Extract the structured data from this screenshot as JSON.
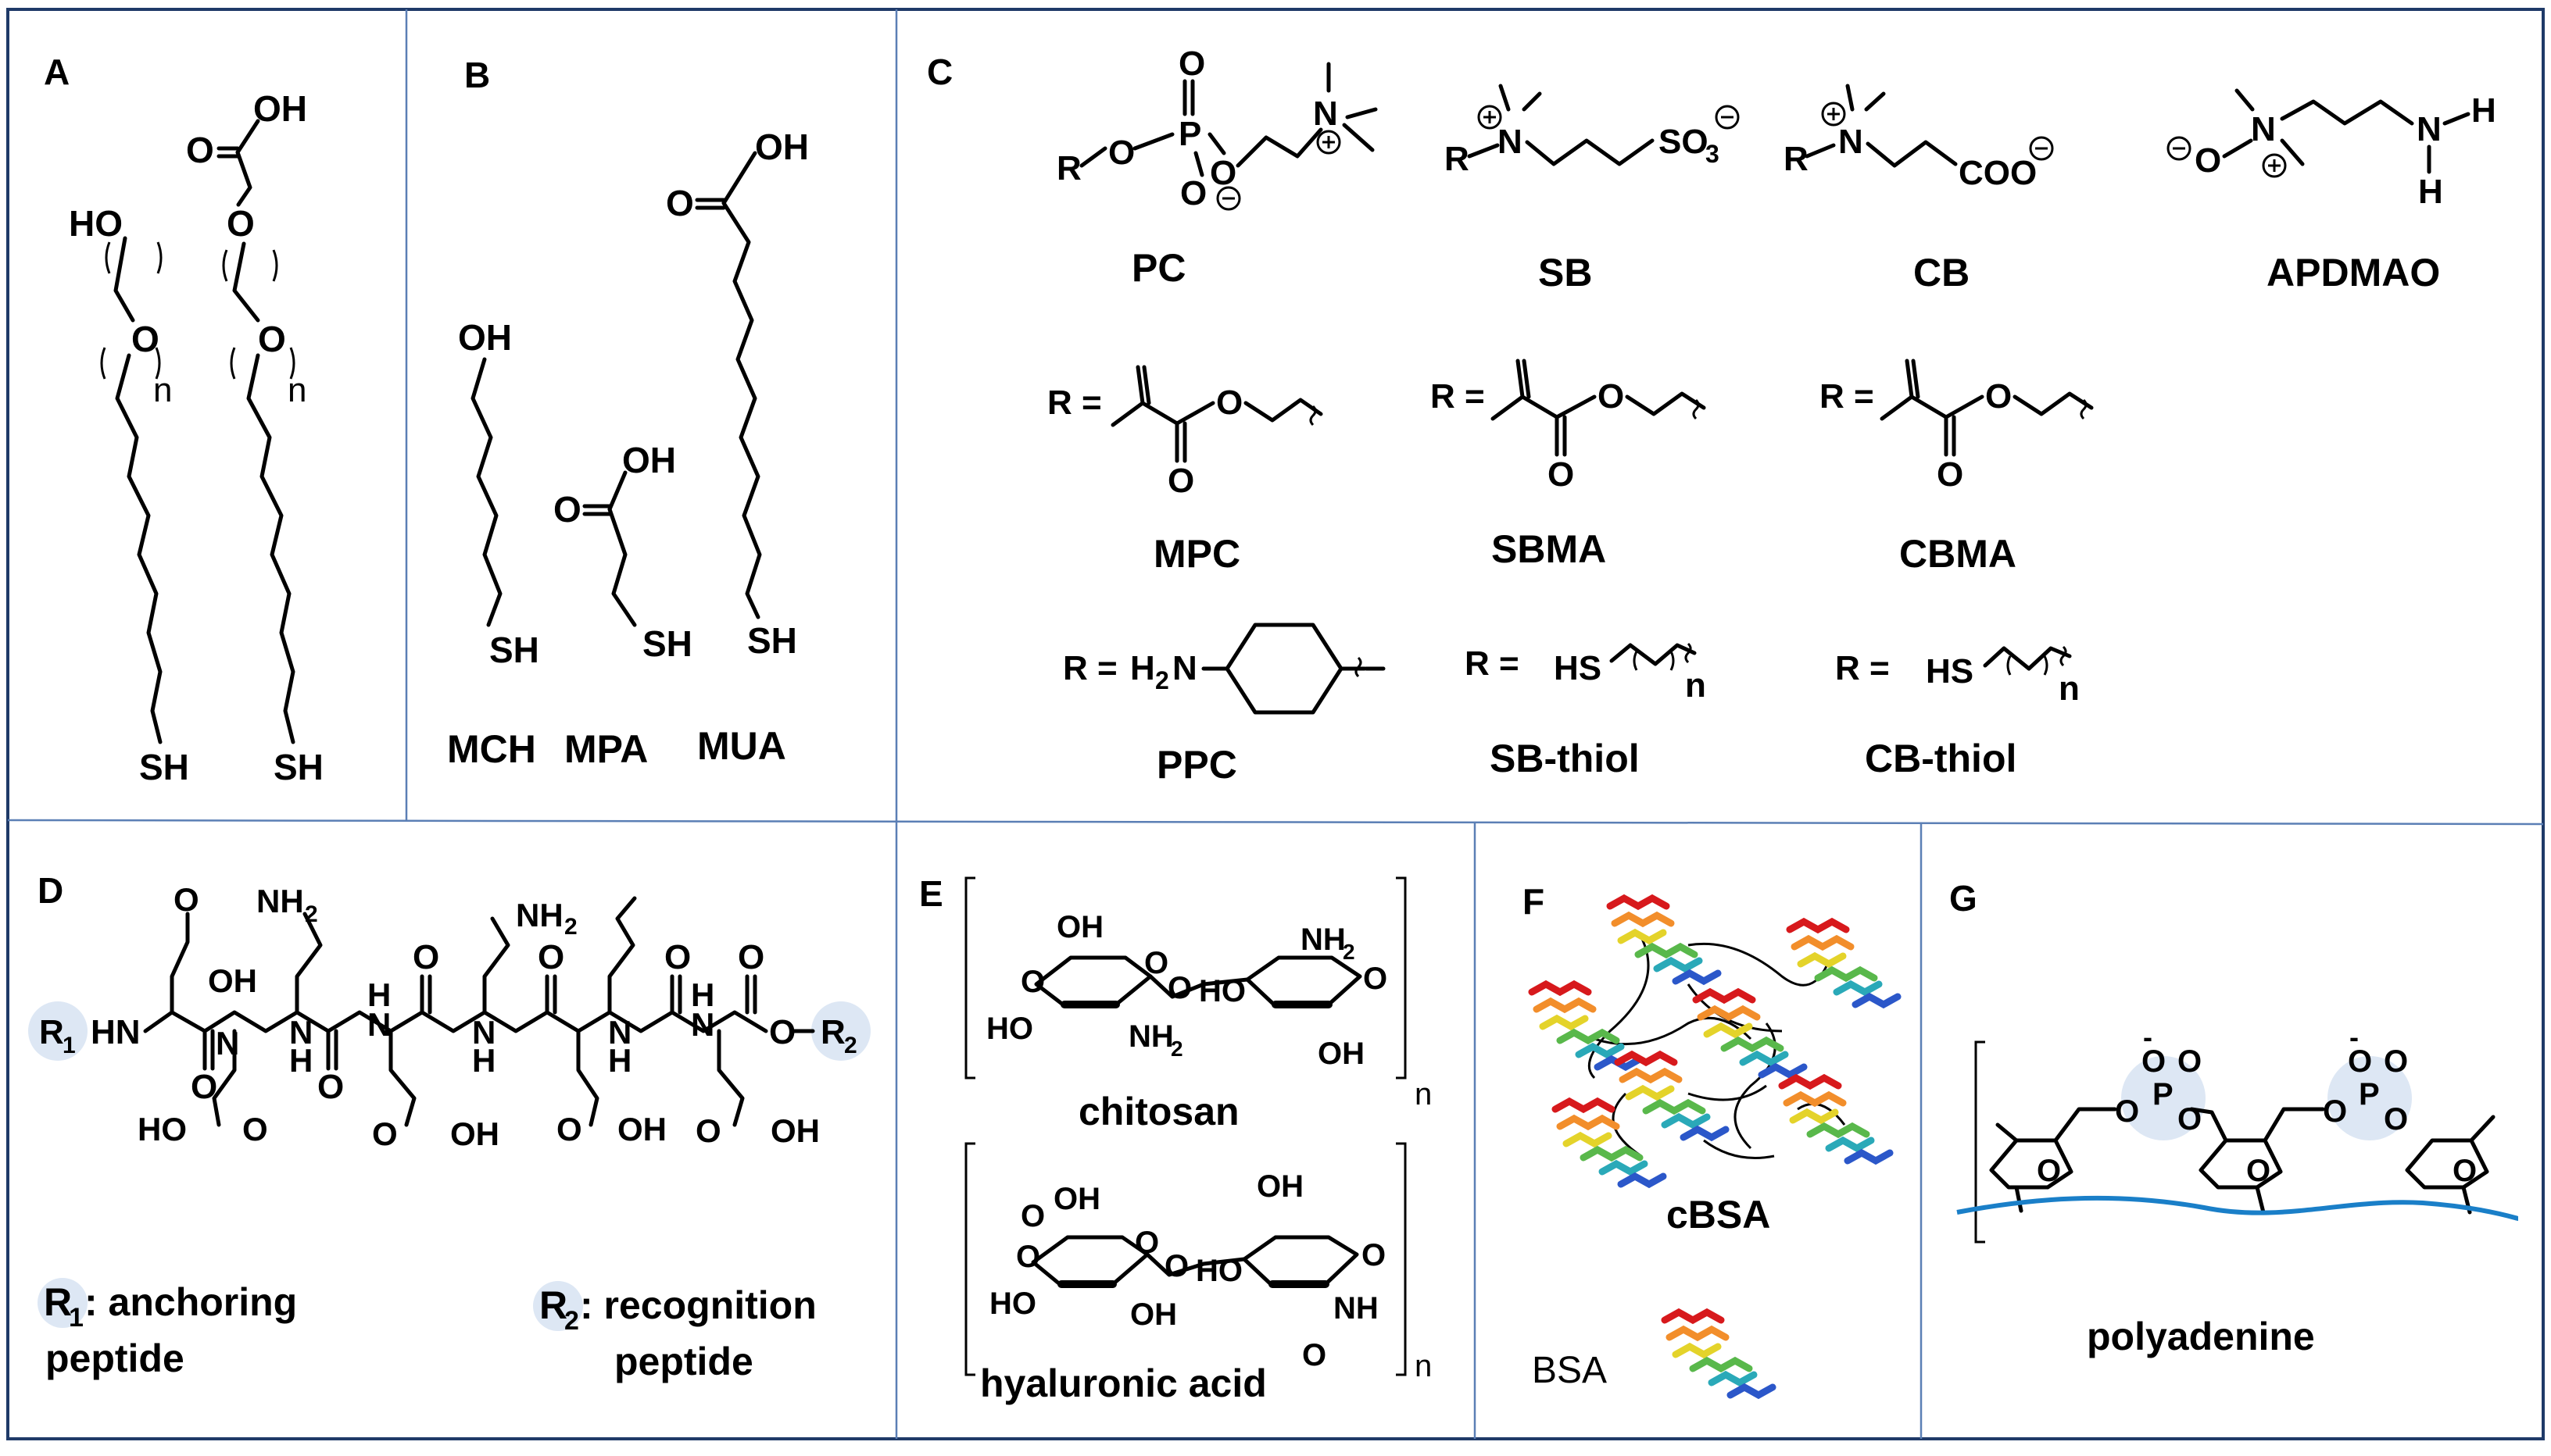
{
  "panels": {
    "A": {
      "label": "A",
      "mol1": {
        "HO": "HO",
        "O": "O",
        "n": "n",
        "SH": "SH"
      },
      "mol2": {
        "O1": "O",
        "OH": "OH",
        "O2": "O",
        "O3": "O",
        "n": "n",
        "SH": "SH"
      }
    },
    "B": {
      "label": "B",
      "names": [
        "MCH",
        "MPA",
        "MUA"
      ],
      "atoms": {
        "mch_oh": "OH",
        "mch_sh": "SH",
        "mpa_o": "O",
        "mpa_oh": "OH",
        "mpa_sh": "SH",
        "mua_o": "O",
        "mua_oh": "OH",
        "mua_sh": "SH"
      }
    },
    "C": {
      "label": "C",
      "row1": [
        "PC",
        "SB",
        "CB",
        "APDMAO"
      ],
      "row2": [
        "MPC",
        "SBMA",
        "CBMA"
      ],
      "row3": [
        "PPC",
        "SB-thiol",
        "CB-thiol"
      ],
      "r_equals": "R =",
      "atoms": {
        "R": "R",
        "O": "O",
        "P": "P",
        "N": "N",
        "H": "H",
        "HS": "HS",
        "H2N": "H",
        "two": "2",
        "n": "n",
        "SO3": "SO",
        "three": "3",
        "COO": "COO"
      }
    },
    "D": {
      "label": "D",
      "r1": "R",
      "r1_sub": "1",
      "r1_text": ": anchoring",
      "r1_text2": "peptide",
      "r2": "R",
      "r2_sub": "2",
      "r2_text": ": recognition",
      "r2_text2": "peptide",
      "atoms": {
        "HN": "HN",
        "H": "H",
        "N": "N",
        "O": "O",
        "OH": "OH",
        "HO": "HO",
        "NH2": "NH",
        "two": "2",
        "R1": "R",
        "R2": "R",
        "one": "1",
        "sub2": "2"
      }
    },
    "E": {
      "label": "E",
      "names": [
        "chitosan",
        "hyaluronic acid"
      ],
      "n": "n",
      "atoms": {
        "OH": "OH",
        "HO": "HO",
        "O": "O",
        "NH2": "NH",
        "two": "2",
        "NH": "NH"
      }
    },
    "F": {
      "label": "F",
      "cbsa": "cBSA",
      "bsa": "BSA"
    },
    "G": {
      "label": "G",
      "name": "polyadenine",
      "atoms": {
        "O": "O",
        "P": "P",
        "minus": "-"
      }
    }
  },
  "colors": {
    "frame": "#1f3a68",
    "divider": "#5b7fb5",
    "highlight": "#dde7f4",
    "dna_line": "#1a7fc8"
  }
}
